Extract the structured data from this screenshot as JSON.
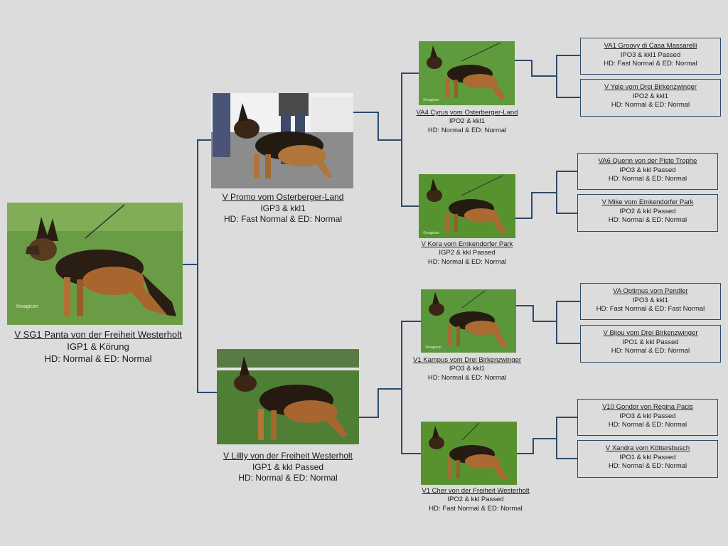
{
  "dog": {
    "name": "V SG1 Panta von der Freiheit Westerholt ",
    "l1": "IGP1 & Körung",
    "l2": "HD: Normal & ED: Normal",
    "watermark": "©magicon"
  },
  "sire": {
    "name": "V Promo vom Osterberger-Land",
    "l1": "IGP3 & kkl1",
    "l2": "HD: Fast Normal & ED: Normal"
  },
  "dam": {
    "name": "V  Lillly von der Freiheit Westerholt",
    "l1": "IGP1 & kkl Passed",
    "l2": "HD: Normal & ED: Normal"
  },
  "grandparents": [
    {
      "name": "VA4 Cyrus vom Osterberger-Land",
      "l1": "IPO2 & kkl1",
      "l2": "HD: Normal & ED: Normal",
      "watermark": "©magicon"
    },
    {
      "name": "V Kora vom Emkendorfer Park",
      "l1": "IGP2 & kkl Passed",
      "l2": "HD: Normal & ED: Normal",
      "watermark": "©magicon"
    },
    {
      "name": "V1 Kampus vom Drei Birkenzwinger ",
      "l1": "IPO3 & kkl1",
      "l2": "HD: Normal & ED: Normal",
      "watermark": "©magicon"
    },
    {
      "name": "V1 Cher von der Freiheit Westerholt",
      "l1": "IPO2 & kkl Passed",
      "l2": "HD: Fast Normal & ED: Normal",
      "watermark": ""
    }
  ],
  "great_grandparents": [
    {
      "name": "VA1 Groovy di Casa Massarelli ",
      "l1": "IPO3 & kkl1 Passed",
      "l2": "HD: Fast Normal & ED: Normal"
    },
    {
      "name": "V Yele vom Drei Birkenzwinger ",
      "l1": "IPO2 & kkl1",
      "l2": "HD: Normal & ED: Normal"
    },
    {
      "name": "VA6 Quenn von der Piste Trophe ",
      "l1": "IPO3 & kkl Passed",
      "l2": "HD: Normal & ED: Normal"
    },
    {
      "name": "V Mike vom Emkendorfer Park",
      "l1": "IPO2 & kkl Passed",
      "l2": "HD: Normal & ED: Normal"
    },
    {
      "name": "VA Optimus vom Pendler",
      "l1": "IPO3 & kkl1",
      "l2": "HD: Fast Normal & ED: Fast Normal"
    },
    {
      "name": "V Bijou vom Drei Birkenzwinger ",
      "l1": "IPO1 & kkl Passed",
      "l2": "HD: Normal & ED: Normal"
    },
    {
      "name": "V10 Gondor von Regina Pacis",
      "l1": "IPO3 & kkl Passed",
      "l2": "HD: Normal & ED: Normal"
    },
    {
      "name": "V Xandra vom Köttersbusch ",
      "l1": "IPO1 & kkl Passed",
      "l2": "HD: Normal & ED: Normal"
    }
  ],
  "colors": {
    "line": "#2c4a6b",
    "grass": "#5b8f3a",
    "background": "#dcdcdc"
  }
}
